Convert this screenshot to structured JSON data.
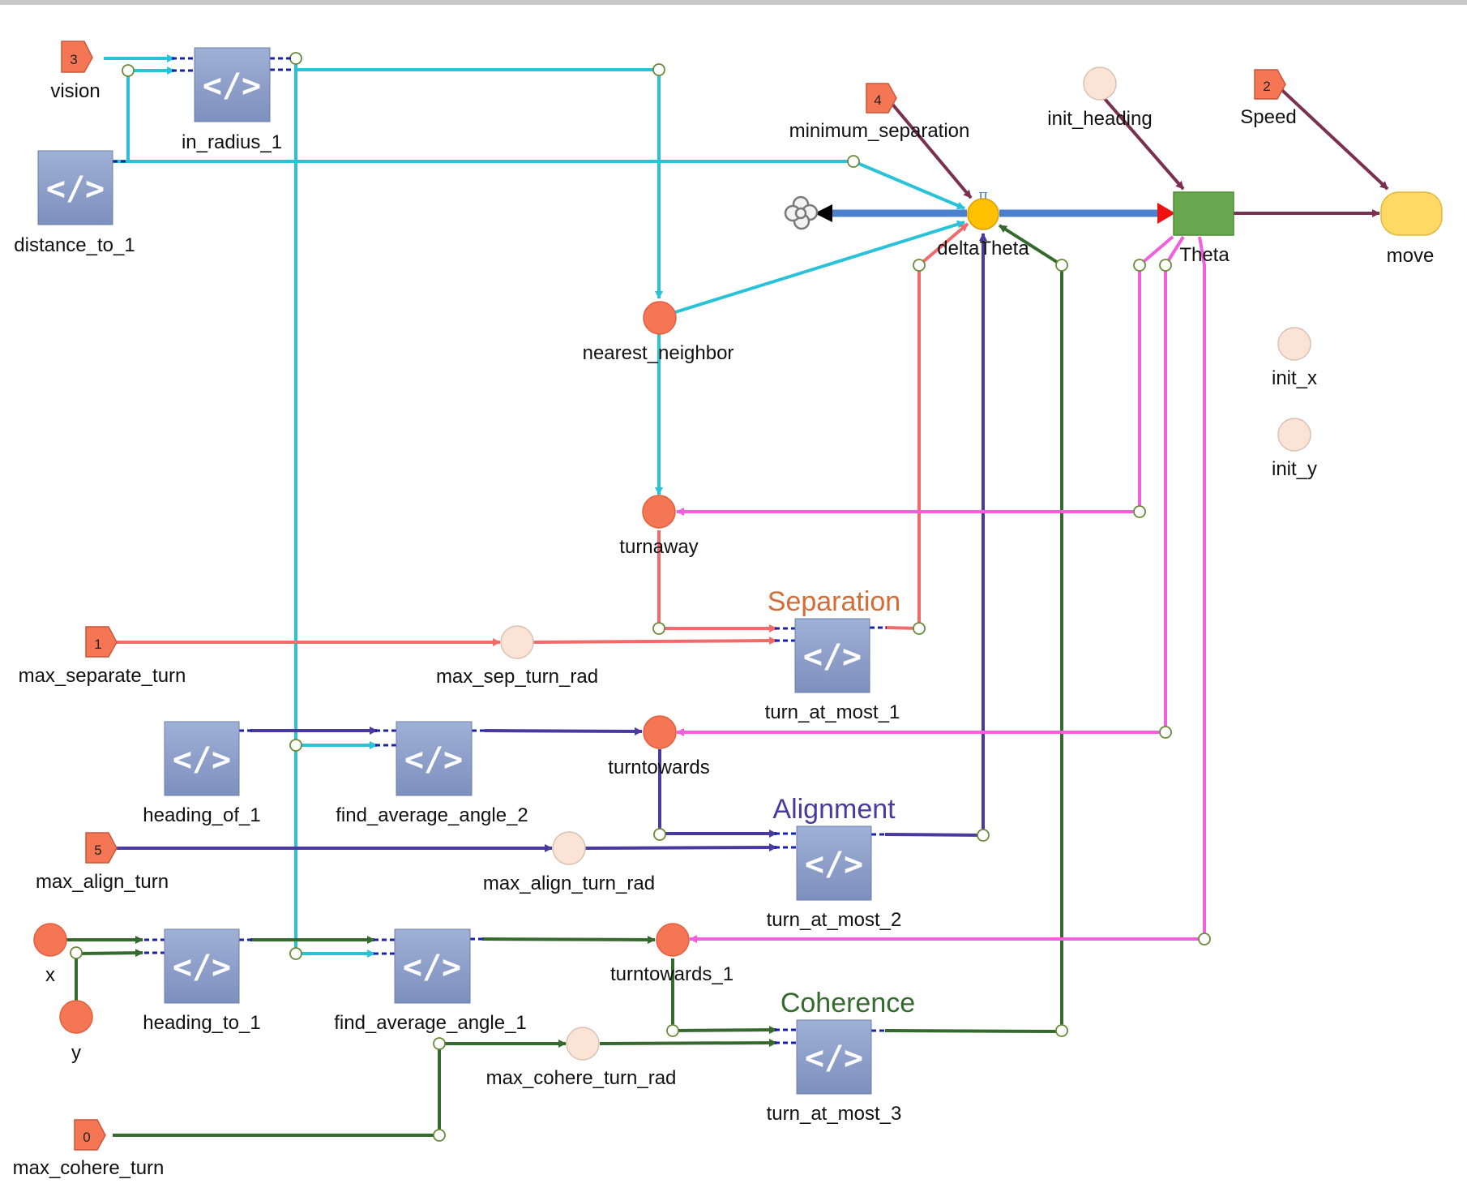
{
  "colors": {
    "cyan": "#29c2d9",
    "purple": "#4a3aa0",
    "green": "#356a2e",
    "salmon": "#f26a6a",
    "pink": "#f25ee0",
    "maroon": "#7a3050",
    "blue": "#4a80cc",
    "node_orange": "#f47654",
    "node_peach": "#fbe4d6",
    "code_box": "#8a9cc6",
    "stock_green": "#6aa84f",
    "converter_gold": "#ffc000",
    "move_yellow": "#ffd966",
    "group_separation": "#d56b35",
    "group_alignment": "#4a3aa0",
    "group_coherence": "#356a2e"
  },
  "code_glyph": "</>",
  "icons": {
    "code": "code-icon",
    "cloud": "cloud-icon",
    "pi": "pi-icon"
  },
  "params": {
    "vision": {
      "value": "3",
      "label": "vision"
    },
    "max_separate_turn": {
      "value": "1",
      "label": "max_separate_turn"
    },
    "max_align_turn": {
      "value": "5",
      "label": "max_align_turn"
    },
    "max_cohere_turn": {
      "value": "0",
      "label": "max_cohere_turn"
    },
    "minimum_separation": {
      "value": "4",
      "label": "minimum_separation"
    },
    "speed": {
      "value": "2",
      "label": "Speed"
    }
  },
  "functions": {
    "in_radius_1": "in_radius_1",
    "distance_to_1": "distance_to_1",
    "heading_of_1": "heading_of_1",
    "find_average_angle_2": "find_average_angle_2",
    "heading_to_1": "heading_to_1",
    "find_average_angle_1": "find_average_angle_1",
    "turn_at_most_1": "turn_at_most_1",
    "turn_at_most_2": "turn_at_most_2",
    "turn_at_most_3": "turn_at_most_3"
  },
  "variables": {
    "nearest_neighbor": "nearest_neighbor",
    "turnaway": "turnaway",
    "turntowards": "turntowards",
    "turntowards_1": "turntowards_1",
    "x": "x",
    "y": "y",
    "max_sep_turn_rad": "max_sep_turn_rad",
    "max_align_turn_rad": "max_align_turn_rad",
    "max_cohere_turn_rad": "max_cohere_turn_rad",
    "init_heading": "init_heading",
    "init_x": "init_x",
    "init_y": "init_y"
  },
  "flow": {
    "delta_theta": "deltaTheta",
    "theta": "Theta",
    "move": "move",
    "pi_symbol": "π"
  },
  "groups": {
    "separation": "Separation",
    "alignment": "Alignment",
    "coherence": "Coherence"
  }
}
